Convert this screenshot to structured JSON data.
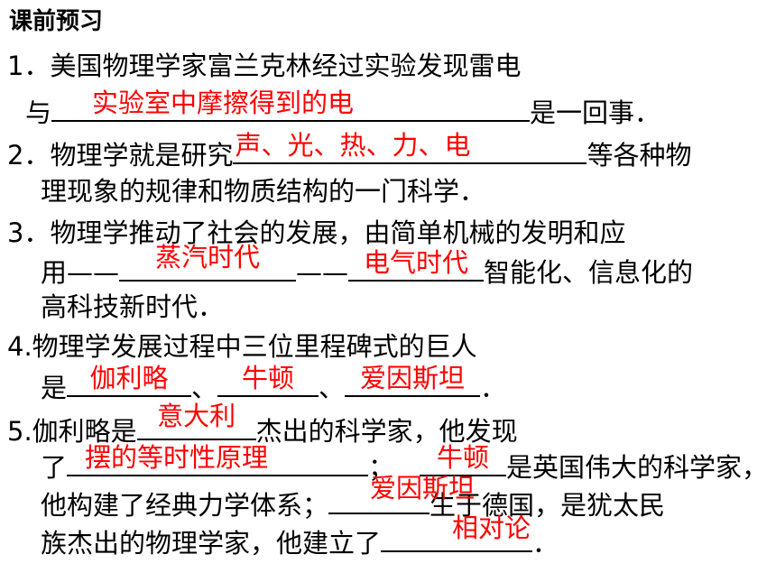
{
  "title": "课前预习",
  "q1": {
    "line1": "1．美国物理学家富兰克林经过实验发现雷电",
    "pre": "与",
    "answer": "实验室中摩擦得到的电",
    "post": "是一回事．"
  },
  "q2": {
    "pre": "2．物理学就是研究",
    "answer": "声、光、热、力、电",
    "post": "等各种物",
    "line2": "理现象的规律和物质结构的一门科学．"
  },
  "q3": {
    "line1": "3．物理学推动了社会的发展，由简单机械的发明和应",
    "pre": "用——",
    "answer1": "蒸汽时代",
    "mid": "——",
    "answer2": "电气时代",
    "post": "智能化、信息化的",
    "line3": "高科技新时代．"
  },
  "q4": {
    "line1": "4.物理学发展过程中三位里程碑式的巨人",
    "pre": "是",
    "answer1": "伽利略",
    "sep1": "、",
    "answer2": "牛顿",
    "sep2": "、",
    "answer3": "爱因斯坦",
    "post": "．"
  },
  "q5": {
    "pre": "5.伽利略是",
    "answer1": "意大利",
    "post1": "杰出的科学家，他发现",
    "pre2": "了",
    "answer2": "摆的等时性原理",
    "mid2": "；",
    "answer3": "牛顿",
    "post2": "是英国伟大的科学家，",
    "pre3": "他构建了经典力学体系；",
    "answer4": "爱因斯坦",
    "post3": "生于德国，是犹太民",
    "pre4": "族杰出的物理学家，他建立了",
    "answer5": "相对论",
    "post4": "．"
  }
}
